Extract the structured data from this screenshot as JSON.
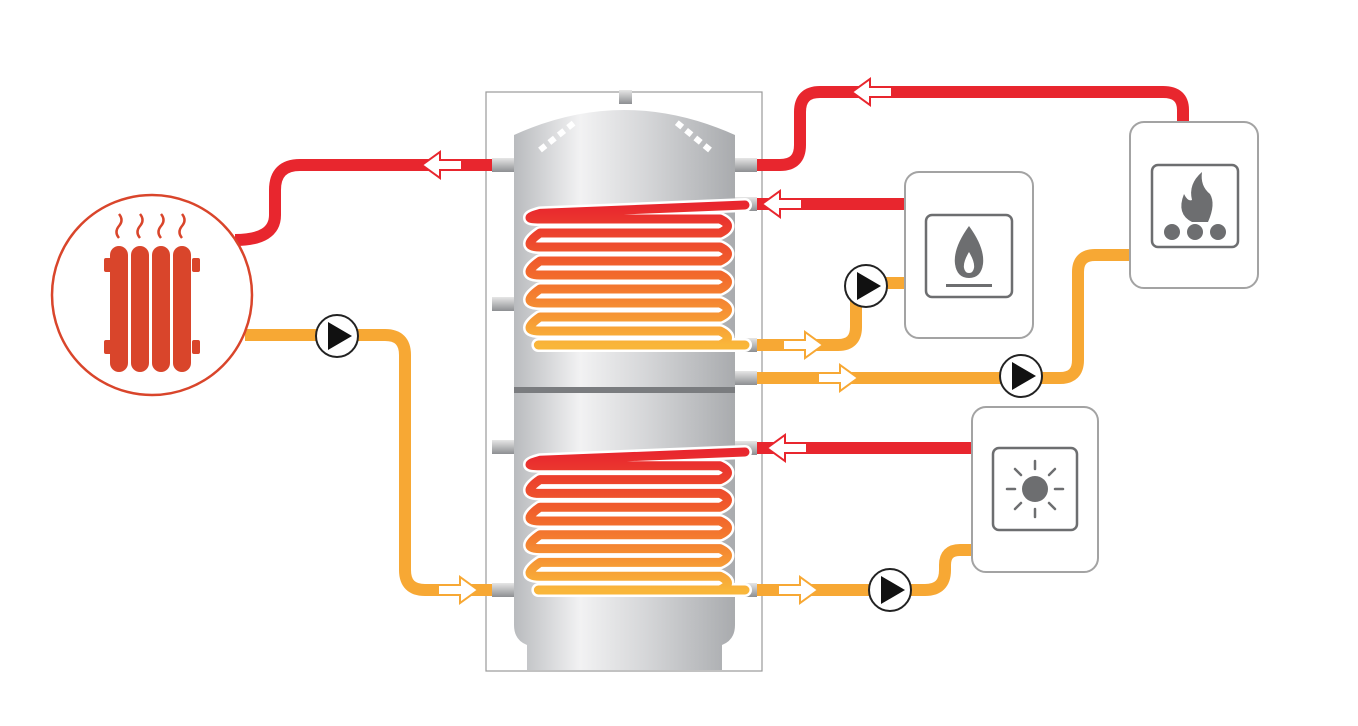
{
  "diagram": {
    "components": [
      {
        "name": "radiator",
        "icon": "radiator-icon"
      },
      {
        "name": "buffer-tank",
        "icon": "tank-icon"
      },
      {
        "name": "solid-fuel-boiler",
        "icon": "fire-icon"
      },
      {
        "name": "gas-boiler",
        "icon": "gas-flame-icon"
      },
      {
        "name": "solar-collector",
        "icon": "sun-icon"
      }
    ],
    "pumps": 4,
    "colors": {
      "hot": "#e8262e",
      "warm": "#f7a834",
      "box_border": "#a3a3a3",
      "icon_gray": "#6d6e70",
      "radiator": "#d9452b",
      "tank_silver": "#c9cbcd"
    }
  }
}
